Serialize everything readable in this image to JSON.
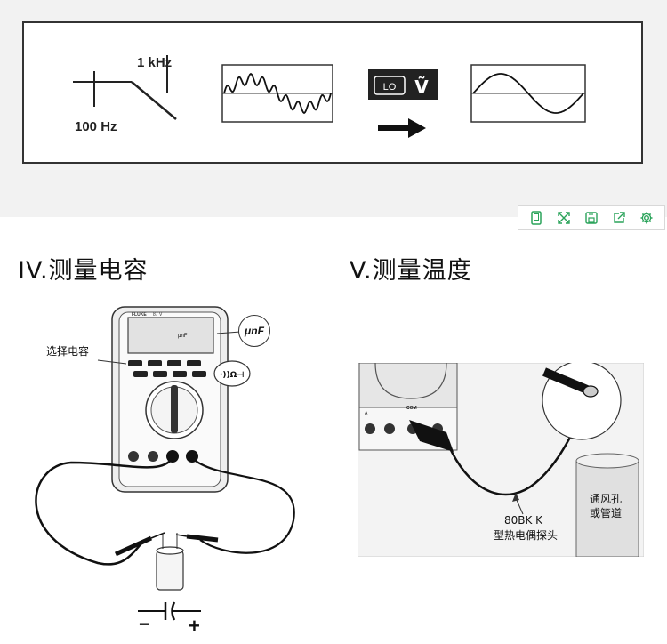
{
  "filter_diagram": {
    "cutoff_high_label": "1 kHz",
    "cutoff_low_label": "100 Hz",
    "lo_badge_text": "LO",
    "volt_symbol": "Ṽ"
  },
  "toolbar": {
    "icons": [
      "tablet-icon",
      "expand-icon",
      "save-icon",
      "share-icon",
      "gear-icon"
    ]
  },
  "section_capacitance": {
    "heading": "IV.测量电容",
    "select_label": "选择电容",
    "unit_callout": "μnF",
    "lcd_reading": "μnF",
    "brand": "FLUKE",
    "model": "87 V",
    "polarity_minus": "−",
    "polarity_plus": "+"
  },
  "section_temperature": {
    "heading": "V.测量温度",
    "com_label": "COM",
    "a_label": "A",
    "probe_model": "80BK K",
    "probe_desc": "型热电偶探头",
    "duct_label_line1": "通风孔",
    "duct_label_line2": "或管道"
  },
  "colors": {
    "panel_bg": "#f2f2f2",
    "toolbar_icon": "#2aa35a",
    "badge_bg": "#222222"
  }
}
